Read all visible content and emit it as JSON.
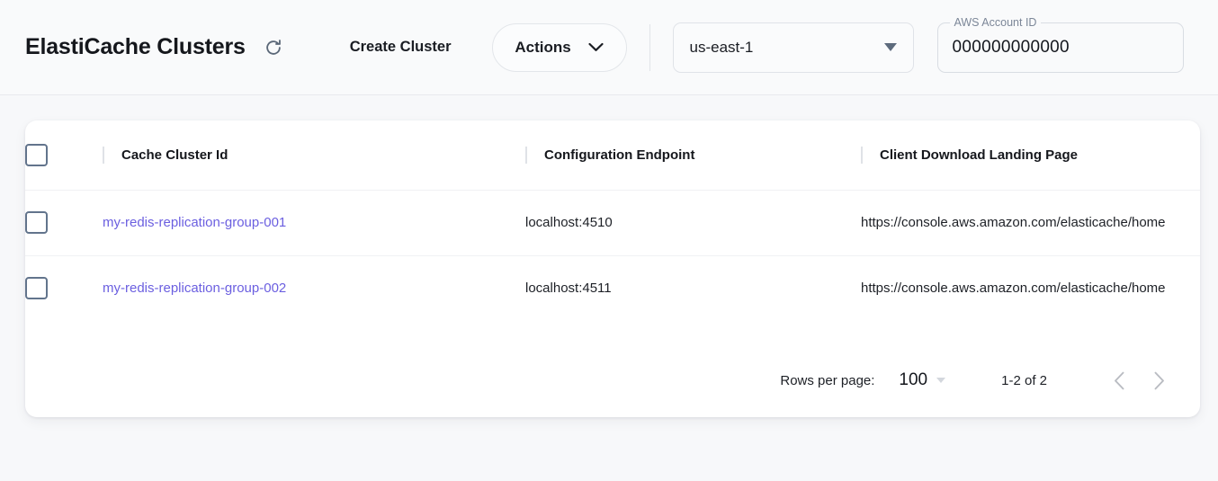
{
  "header": {
    "title": "ElastiCache Clusters",
    "refresh_icon": "refresh-icon",
    "create_cluster_label": "Create Cluster",
    "actions_label": "Actions",
    "actions_caret_icon": "chevron-down-icon",
    "region": {
      "value": "us-east-1",
      "caret_icon": "caret-down-icon"
    },
    "account": {
      "label": "AWS Account ID",
      "value": "000000000000"
    }
  },
  "table": {
    "columns": [
      {
        "key": "cluster_id",
        "label": "Cache Cluster Id"
      },
      {
        "key": "config_endpoint",
        "label": "Configuration Endpoint"
      },
      {
        "key": "landing_page",
        "label": "Client Download Landing Page"
      }
    ],
    "rows": [
      {
        "cluster_id": "my-redis-replication-group-001",
        "config_endpoint": "localhost:4510",
        "landing_page": "https://console.aws.amazon.com/elasticache/home"
      },
      {
        "cluster_id": "my-redis-replication-group-002",
        "config_endpoint": "localhost:4511",
        "landing_page": "https://console.aws.amazon.com/elasticache/home"
      }
    ]
  },
  "pagination": {
    "rows_per_page_label": "Rows per page:",
    "rows_per_page_value": "100",
    "range_label": "1-2 of 2",
    "prev_icon": "chevron-left-icon",
    "next_icon": "chevron-right-icon"
  },
  "colors": {
    "link": "#6b5fe0",
    "page_bg": "#f7f8fa",
    "card_bg": "#ffffff",
    "checkbox_border": "#62748c"
  }
}
